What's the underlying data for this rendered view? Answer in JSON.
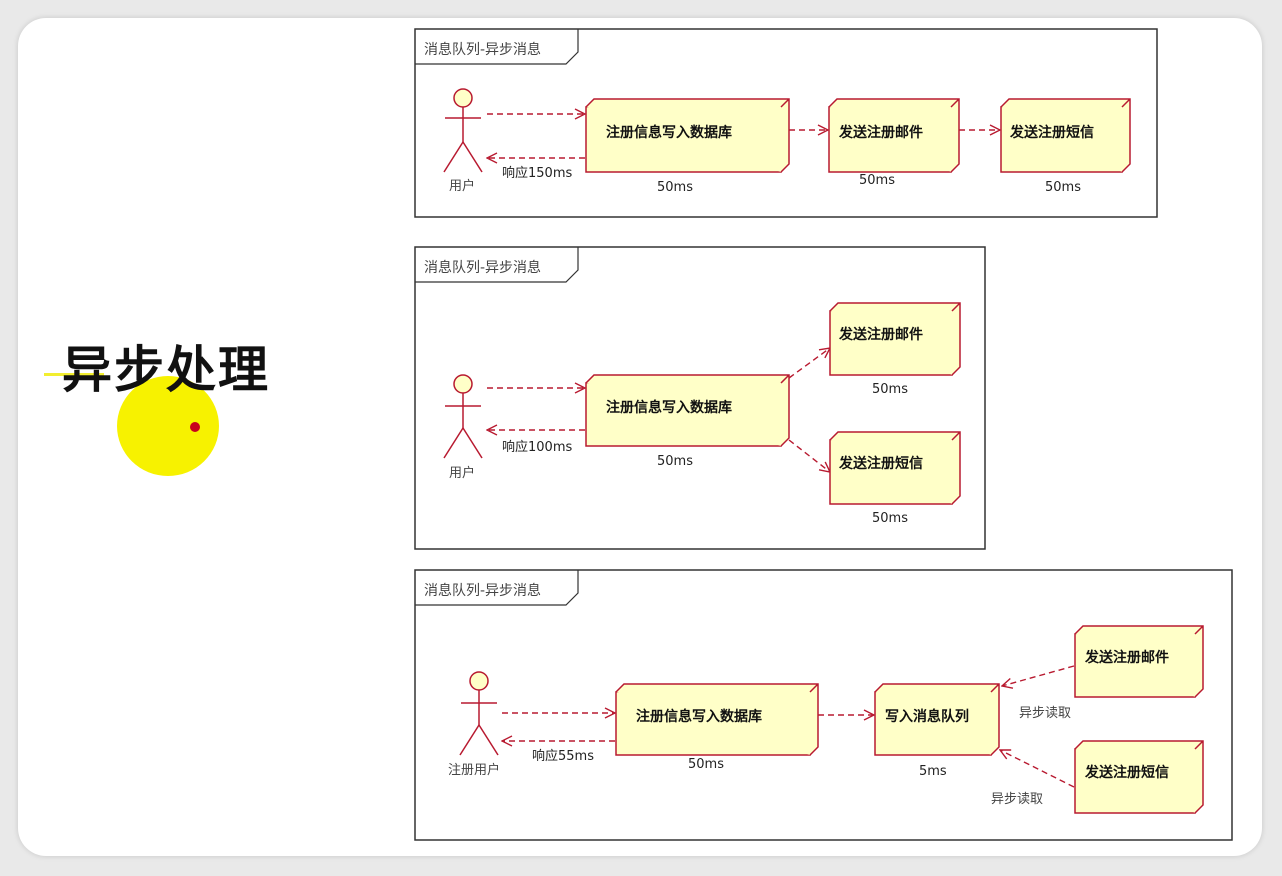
{
  "title": "异步处理",
  "frame_tag": "消息队列-异步消息",
  "diagrams": [
    {
      "user_label": "用户",
      "nodes": {
        "db": "注册信息写入数据库",
        "email": "发送注册邮件",
        "sms": "发送注册短信"
      },
      "response": "响应150ms",
      "times": {
        "db": "50ms",
        "email": "50ms",
        "sms": "50ms"
      }
    },
    {
      "user_label": "用户",
      "nodes": {
        "db": "注册信息写入数据库",
        "email": "发送注册邮件",
        "sms": "发送注册短信"
      },
      "response": "响应100ms",
      "times": {
        "db": "50ms",
        "email": "50ms",
        "sms": "50ms"
      }
    },
    {
      "user_label": "注册用户",
      "nodes": {
        "db": "注册信息写入数据库",
        "queue": "写入消息队列",
        "email": "发送注册邮件",
        "sms": "发送注册短信"
      },
      "response": "响应55ms",
      "times": {
        "db": "50ms",
        "queue": "5ms"
      },
      "async_read_1": "异步读取",
      "async_read_2": "异步读取"
    }
  ],
  "colors": {
    "node_fill": "#ffffc8",
    "node_stroke": "#b81a30",
    "arrow": "#b81a30",
    "actor_fill": "#ffffc8"
  }
}
